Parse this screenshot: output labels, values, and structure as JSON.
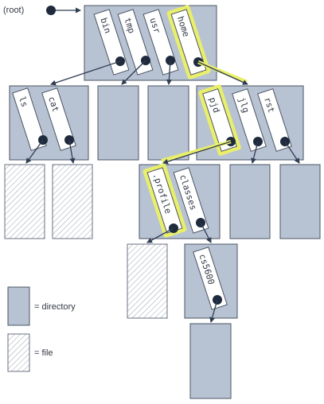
{
  "root_label": "(root)",
  "entries": {
    "bin": "bin",
    "tmp": "tmp",
    "usr": "usr",
    "home": "home",
    "ls": "ls",
    "cat": "cat",
    "pjd": "pjd",
    "jlg": "jlg",
    "rst": "rst",
    "profile": ".profile",
    "classes": "classes",
    "cs5600": "cs5600"
  },
  "legend": {
    "directory": "= directory",
    "file": "= file"
  },
  "colors": {
    "directory_fill": "#b7c3d3",
    "highlight": "#e9ef6a",
    "arrow": "#2f3c52"
  }
}
